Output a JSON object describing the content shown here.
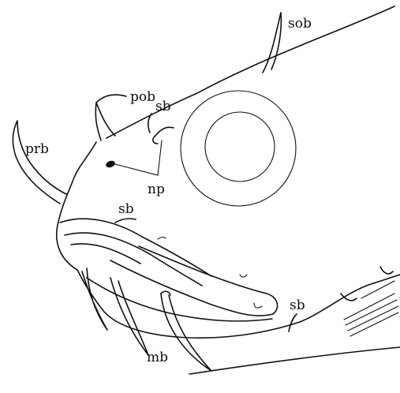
{
  "labels": {
    "sob": "sob",
    "pob": "pob",
    "sb_top": "sb",
    "prb": "prb",
    "np": "np",
    "sb_mid": "sb",
    "sb_right": "sb",
    "mb": "mb"
  },
  "colors": {
    "ink": "#111111",
    "background": "#ffffff"
  }
}
